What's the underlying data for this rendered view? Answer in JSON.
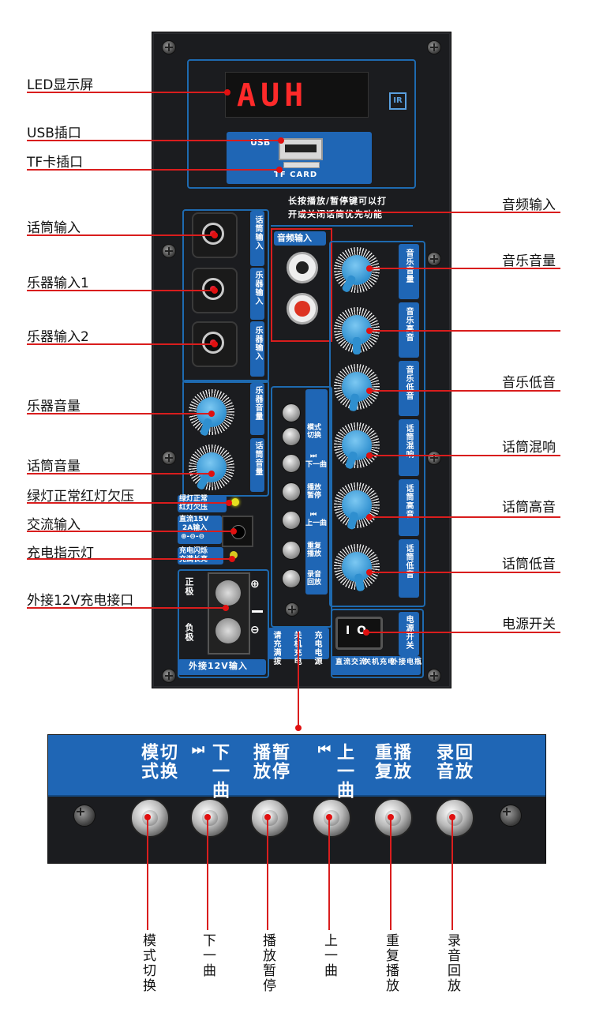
{
  "callouts_left": [
    "LED显示屏",
    "USB插口",
    "TF卡插口",
    "话筒输入",
    "乐器输入1",
    "乐器输入2",
    "乐器音量",
    "话筒音量",
    "绿灯正常红灯欠压",
    "交流输入",
    "充电指示灯",
    "外接12V充电接口"
  ],
  "callouts_right": [
    "音频输入",
    "音乐音量",
    "",
    "音乐低音",
    "话筒混响",
    "话筒高音",
    "话筒低音",
    "电源开关"
  ],
  "panel": {
    "display": "AUH",
    "usb": "USB",
    "tf_card": "TF CARD",
    "notice": [
      "长按播放/暂停键可以打",
      "开或关闭话筒优先功能"
    ],
    "audio_in": "音频输入",
    "left_labels": [
      "话筒输入",
      "乐器输入",
      "乐器输入",
      "乐器音量",
      "话筒音量"
    ],
    "right_labels": [
      "音乐音量",
      "音乐高音",
      "音乐低音",
      "话筒混响",
      "话筒高音",
      "话筒低音"
    ],
    "buttons": [
      {
        "label": [
          "模式",
          "切换"
        ],
        "glyph": ""
      },
      {
        "label": [
          "下一曲"
        ],
        "glyph": "⏭"
      },
      {
        "label": [
          "播放",
          "暂停"
        ],
        "glyph": ""
      },
      {
        "label": [
          "上一曲"
        ],
        "glyph": "⏮"
      },
      {
        "label": [
          "重复",
          "播放"
        ],
        "glyph": ""
      },
      {
        "label": [
          "录音",
          "回放"
        ],
        "glyph": ""
      }
    ],
    "led1": [
      "绿灯正常",
      "红灯欠压"
    ],
    "dc": [
      "直流15V",
      "2A输入"
    ],
    "dc_sym": "⊕-⊖-⊖",
    "led2": [
      "充电闪烁",
      "充满长亮"
    ],
    "pos": "正极",
    "neg": "负极",
    "plus": "⊕",
    "minus": "⊖",
    "ext": "外接12V输入",
    "charge": [
      "请充满拔",
      "关机充电",
      "充电电源"
    ],
    "power": "电源开关",
    "power_glyph": "I O",
    "power_modes": [
      "直流交流",
      "关机充电",
      "外接电瓶"
    ]
  },
  "zoom": {
    "labels": [
      {
        "top": "模式",
        "bottom": "切换"
      },
      {
        "top": "⏭",
        "bottom": "下一曲"
      },
      {
        "top": "播放",
        "bottom": "暂停"
      },
      {
        "top": "⏮",
        "bottom": "上一曲"
      },
      {
        "top": "重复",
        "bottom": "播放"
      },
      {
        "top": "录音",
        "bottom": "回放"
      }
    ]
  },
  "bottom_labels": [
    "模式切换",
    "下一曲",
    "播放暂停",
    "上一曲",
    "重复播放",
    "录音回放"
  ]
}
